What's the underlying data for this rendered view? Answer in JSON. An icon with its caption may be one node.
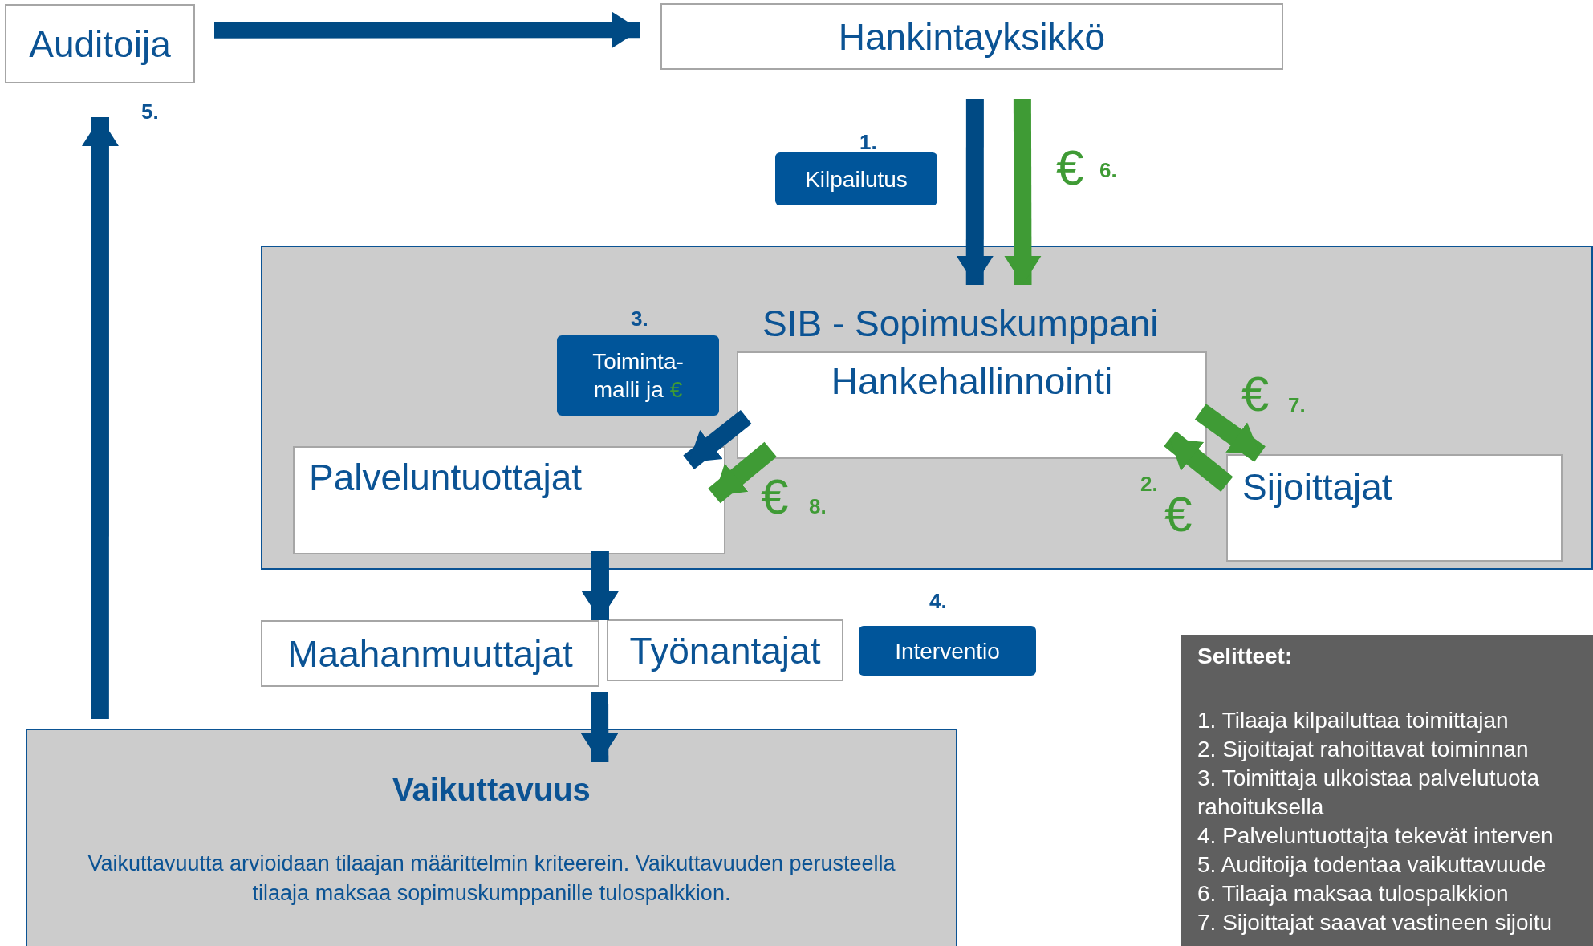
{
  "diagram": {
    "nodes": [
      {
        "text": [
          "Auditoija"
        ]
      },
      {
        "text": [
          "Hankintayksikkö"
        ]
      },
      {
        "text": [
          "Kilpailutus"
        ],
        "beside": [
          "1."
        ]
      },
      {
        "text": [
          "SIB - Sopimuskumppani"
        ]
      },
      {
        "text": [
          "Hankehallinnointi"
        ],
        "in": 3
      },
      {
        "text": [
          "Toiminta- malli ja",
          "€"
        ],
        "in": 3,
        "beside": [
          "3."
        ]
      },
      {
        "text": [
          "Palveluntuottajat"
        ],
        "in": 3
      },
      {
        "text": [
          "Sijoittajat"
        ],
        "in": 3
      },
      {
        "text": [
          "Maahanmuuttajat"
        ]
      },
      {
        "text": [
          "Työnantajat"
        ]
      },
      {
        "text": [
          "Interventio"
        ],
        "beside": [
          "4."
        ]
      },
      {
        "text": [
          "Vaikuttavuus",
          "Vaikuttavuutta arvioidaan tilaajan määrittelmin kriteerein. Vaikuttavuuden perusteella tilaaja maksaa sopimuskumppanille tulospalkkion."
        ]
      }
    ],
    "edges": [
      {
        "from": 0,
        "to": 1,
        "arrow": "to"
      },
      {
        "from": 1,
        "to": 3,
        "arrow": "to"
      },
      {
        "from": 1,
        "to": 3,
        "arrow": "to",
        "label": "€",
        "color": "#3f9b35"
      },
      {
        "from": 4,
        "to": 6,
        "arrow": "to"
      },
      {
        "from": 4,
        "to": 6,
        "arrow": "to",
        "label": "€",
        "color": "#3f9b35"
      },
      {
        "from": 4,
        "to": 7,
        "arrow": "to",
        "label": "€",
        "color": "#3f9b35"
      },
      {
        "from": 7,
        "to": 4,
        "arrow": "to",
        "label": "€",
        "color": "#3f9b35"
      },
      {
        "from": 6,
        "to": 8,
        "arrow": "to"
      },
      {
        "from": 6,
        "to": 9,
        "arrow": "to"
      },
      {
        "from": 8,
        "to": 11,
        "arrow": "to"
      },
      {
        "from": 9,
        "to": 11,
        "arrow": "to"
      },
      {
        "from": 11,
        "to": 0,
        "arrow": "to"
      }
    ],
    "labels": [
      "5.",
      "6.",
      "7.",
      "2.",
      "8.",
      "Selitteet:",
      "1. Tilaaja kilpailuttaa toimittajan",
      "2. Sijoittajat rahoittavat toiminnan",
      "3. Toimittaja ulkoistaa palvelutuota rahoituksella",
      "4. Palveluntuottajta tekevät interven",
      "5. Auditoija todentaa vaikuttavuude",
      "6. Tilaaja maksaa tulospalkkion",
      "7. Sijoittajat saavat vastineen sijoitu"
    ]
  }
}
